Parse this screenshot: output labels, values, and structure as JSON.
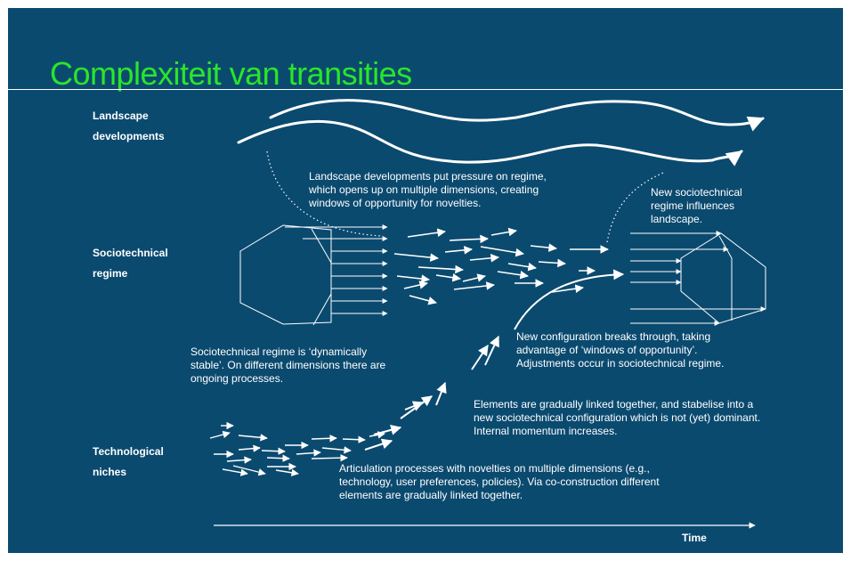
{
  "slide": {
    "title": "Complexiteit van transities",
    "title_color": "#29e629",
    "background_color": "#0b4a6f"
  },
  "levels": {
    "landscape": [
      "Landscape",
      "developments"
    ],
    "regime": [
      "Sociotechnical",
      "regime"
    ],
    "niches": [
      "Technological",
      "niches"
    ]
  },
  "annotations": {
    "landscape_pressure": "Landscape developments put pressure on regime,\nwhich opens up on multiple dimensions, creating\nwindows of opportunity for novelties.",
    "new_regime": "New sociotechnical\nregime influences\nlandscape.",
    "regime_stable": "Sociotechnical regime is ‘dynamically\nstable’. On different dimensions there are\nongoing processes.",
    "breakthrough": "New configuration breaks through, taking\nadvantage of ‘windows of opportunity’.\nAdjustments occur in sociotechnical regime.",
    "linked": "Elements are gradually linked together, and stabelise into a\nnew sociotechnical configuration which is not (yet) dominant.\nInternal momentum increases.",
    "articulation": "Articulation processes with novelties on multiple dimensions (e.g.,\ntechnology, user preferences, policies). Via co-construction different\nelements are gradually linked together."
  },
  "axis": {
    "time_label": "Time"
  }
}
